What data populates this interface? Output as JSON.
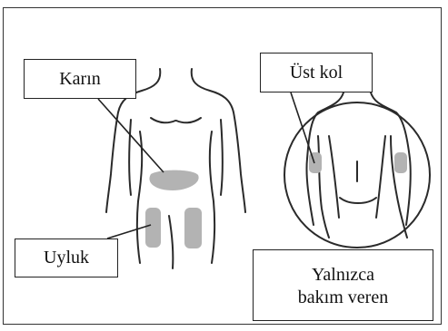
{
  "labels": {
    "abdomen": "Karın",
    "upper_arm": "Üst kol",
    "thigh": "Uyluk",
    "caregiver_only": "Yalnızca\nbakım veren"
  },
  "colors": {
    "injection_site": "#b3b3b3",
    "outline": "#2a2a2a",
    "border": "#222222"
  }
}
